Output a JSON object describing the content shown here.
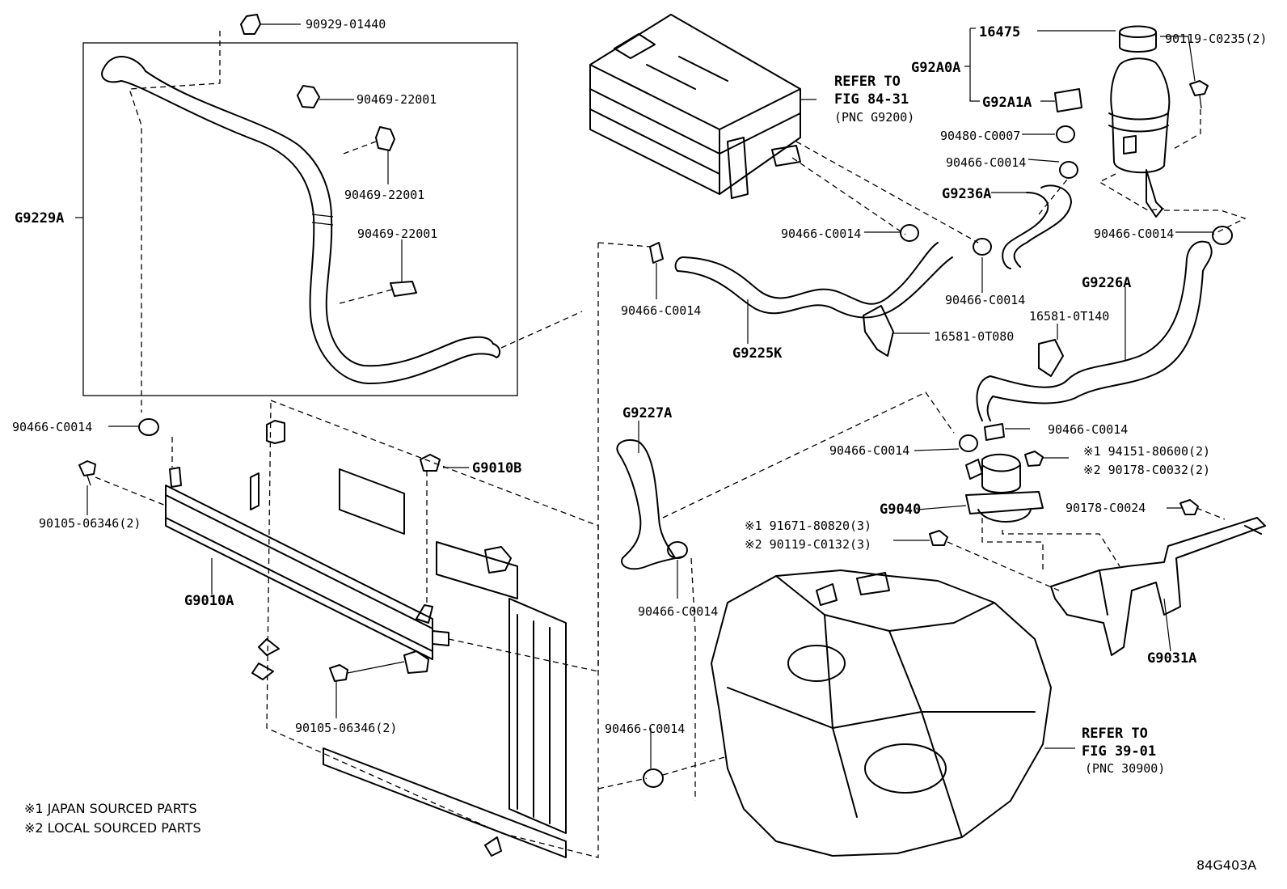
{
  "callouts": {
    "c_90929_01440": "90929-01440",
    "c_90469_22001_a": "90469-22001",
    "c_90469_22001_b": "90469-22001",
    "c_90469_22001_c": "90469-22001",
    "c_g9229a": "G9229A",
    "c_90466_c0014_left": "90466-C0014",
    "c_90105_06346_a": "90105-06346(2)",
    "c_g9010b": "G9010B",
    "c_g9010a": "G9010A",
    "c_90105_06346_b": "90105-06346(2)",
    "c_refer_to_1": "REFER TO",
    "c_fig_84_31": "FIG 84-31",
    "c_pnc_g9200": "(PNC G9200)",
    "c_90466_c0014_mid1": "90466-C0014",
    "c_90466_c0014_mid2": "90466-C0014",
    "c_g9225k": "G9225K",
    "c_16581_0t080": "16581-0T080",
    "c_g9227a": "G9227A",
    "c_90466_c0014_mid3": "90466-C0014",
    "c_90466_c0014_mid4": "90466-C0014",
    "c_16475": "16475",
    "c_90119_c0235": "90119-C0235(2)",
    "c_g92a0a": "G92A0A",
    "c_g92a1a": "G92A1A",
    "c_90480_c0007": "90480-C0007",
    "c_90466_c0014_r1": "90466-C0014",
    "c_g9236a": "G9236A",
    "c_90466_c0014_r2": "90466-C0014",
    "c_90466_c0014_r3": "90466-C0014",
    "c_g9226a": "G9226A",
    "c_16581_0t140": "16581-0T140",
    "c_90466_c0014_r4": "90466-C0014",
    "c_90466_c0014_r5": "90466-C0014",
    "c_94151_80600": "※1 94151-80600(2)",
    "c_90178_c0032": "※2 90178-C0032(2)",
    "c_g9040": "G9040",
    "c_90178_c0024": "90178-C0024",
    "c_91671_80820": "※1 91671-80820(3)",
    "c_90119_c0132": "※2 90119-C0132(3)",
    "c_g9031a": "G9031A",
    "c_refer_to_2": "REFER TO",
    "c_fig_39_01": "FIG 39-01",
    "c_pnc_30900": "(PNC 30900)"
  },
  "notes": {
    "japan": "※1 JAPAN SOURCED PARTS",
    "local": "※2 LOCAL SOURCED PARTS"
  },
  "figure_id": "84G403A"
}
